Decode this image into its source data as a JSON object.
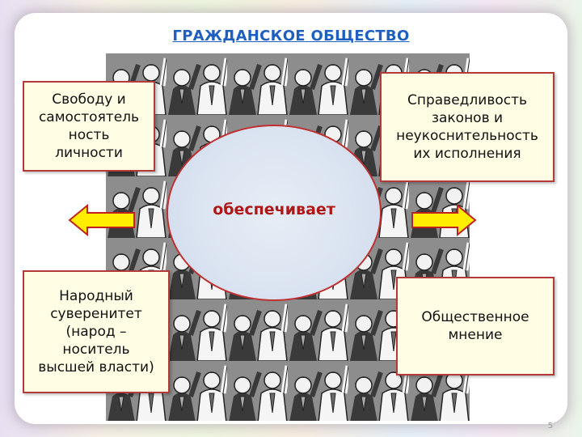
{
  "title": "ГРАЖДАНСКОЕ ОБЩЕСТВО",
  "center_label": "обеспечивает",
  "boxes": {
    "top_left": "Свободу и\nсамостоятель\nность\nличности",
    "top_right": "Справедливость\nзаконов и\nнеукоснительность\nих исполнения",
    "bottom_left": "Народный\nсуверенитет\n(народ –\nноситель\nвысшей власти)",
    "bottom_right": "Общественное\nмнение"
  },
  "page_number": "5",
  "colors": {
    "title": "#1f5fbf",
    "box_border": "#b43a3a",
    "box_fill": "#fffde3",
    "center_text": "#b01818",
    "arrow_fill": "#ffee00",
    "arrow_border": "#c02020"
  },
  "icons": [
    "left-arrow-icon",
    "right-arrow-icon"
  ]
}
